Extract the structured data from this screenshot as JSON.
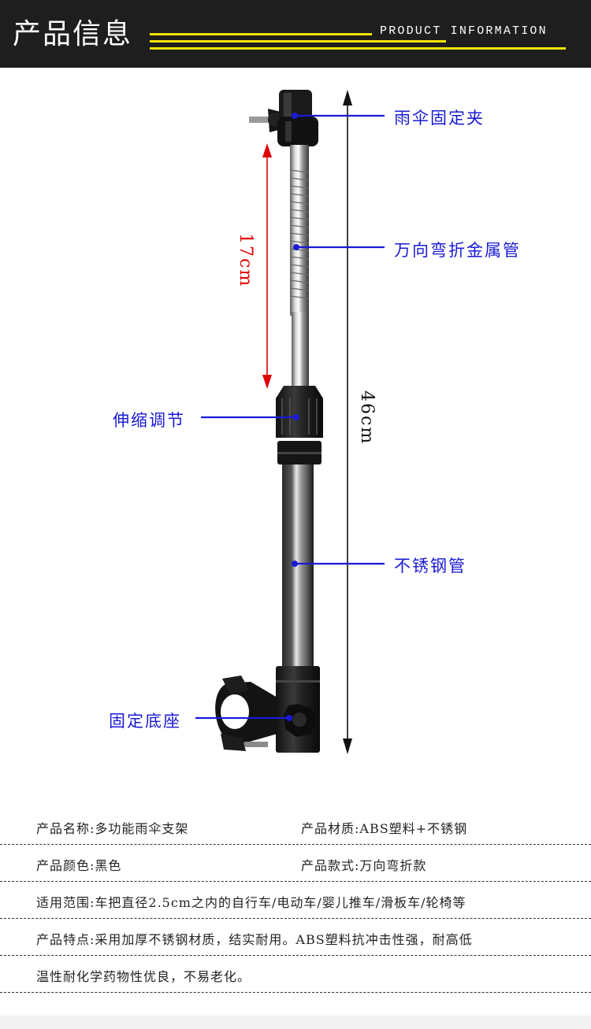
{
  "header": {
    "title": "产品信息",
    "subtitle": "PRODUCT INFORMATION",
    "accent_color": "#f2e600",
    "bg_color": "#1e1e1e"
  },
  "diagram": {
    "labels": {
      "clamp": "雨伞固定夹",
      "flex_tube": "万向弯折金属管",
      "adjust": "伸缩调节",
      "steel_tube": "不锈钢管",
      "base": "固定底座"
    },
    "dims": {
      "short": "17cm",
      "long": "46cm"
    },
    "label_color": "#1a1ad6",
    "dim_short_color": "#e00000",
    "dim_long_color": "#111111"
  },
  "specs": {
    "name": "产品名称:多功能雨伞支架",
    "material": "产品材质:ABS塑料+不锈钢",
    "color": "产品颜色:黑色",
    "style": "产品款式:万向弯折款",
    "scope": "适用范围:车把直径2.5cm之内的自行车/电动车/婴儿推车/滑板车/轮椅等",
    "features_1": "产品特点:采用加厚不锈钢材质，结实耐用。ABS塑料抗冲击性强，耐高低",
    "features_2": "温性耐化学药物性优良，不易老化。"
  }
}
